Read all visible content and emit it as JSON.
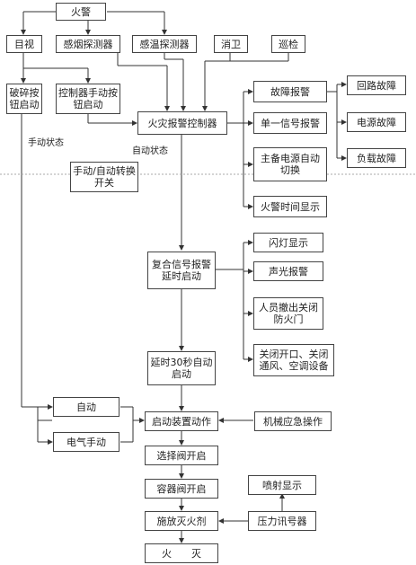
{
  "nodes": {
    "fire": "火警",
    "sight": "目视",
    "smoke": "感烟探测器",
    "temp": "感温探测器",
    "fire_brigade": "消卫",
    "patrol": "巡检",
    "break_glass": "破碎按钮启动",
    "manual_button": "控制器手动按钮启动",
    "controller": "火灾报警控制器",
    "fault_alarm": "故障报警",
    "single_signal": "单一信号报警",
    "backup_power": "主备电源自动切换",
    "fire_time": "火警时间显示",
    "loop_fault": "回路故障",
    "power_fault": "电源故障",
    "load_fault": "负载故障",
    "switch": "手动/自动转换开关",
    "composite": "复合信号报警延时启动",
    "flash": "闪灯显示",
    "audible": "声光报警",
    "evacuate": "人员撤出关闭防火门",
    "shutdown": "关闭开口、关闭通风、空调设备",
    "delay": "延时30秒自动启动",
    "auto": "自动",
    "electric_manual": "电气手动",
    "start_device": "启动装置动作",
    "mechanical": "机械应急操作",
    "selector_valve": "选择阀开启",
    "container_valve": "容器阀开启",
    "release": "施放灭火剂",
    "pressure_switch": "压力讯号器",
    "spray_display": "喷射显示",
    "extinguish": "火　　灭"
  },
  "labels": {
    "manual_state": "手动状态",
    "auto_state": "自动状态"
  }
}
